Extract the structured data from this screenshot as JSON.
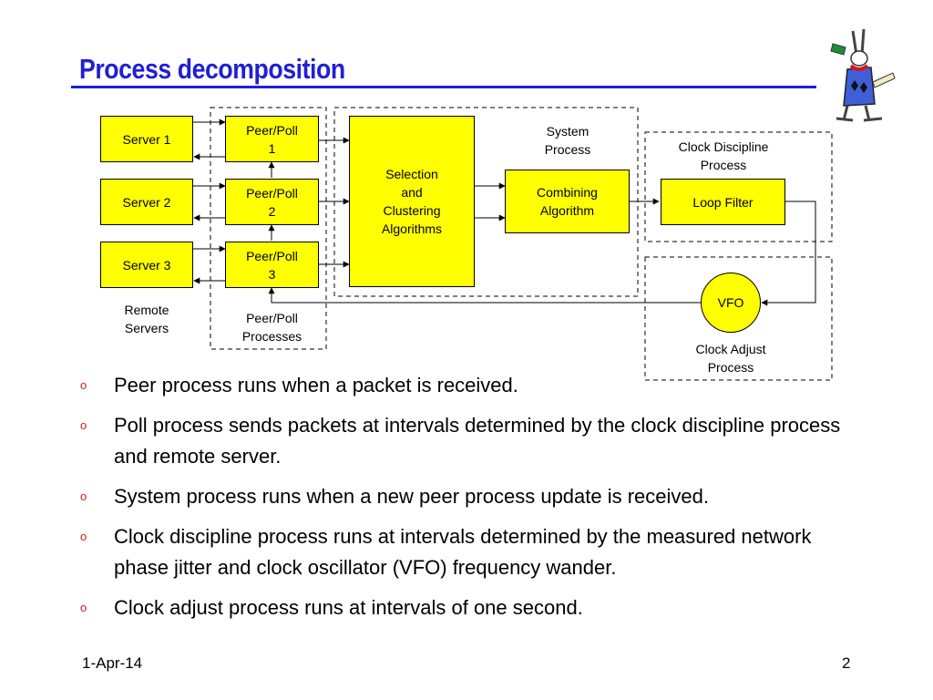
{
  "title": "Process decomposition",
  "diagram": {
    "boxes": {
      "server1": "Server 1",
      "server2": "Server 2",
      "server3": "Server 3",
      "peer1": "Peer/Poll\n1",
      "peer2": "Peer/Poll\n2",
      "peer3": "Peer/Poll\n3",
      "selection": "Selection\nand\nClustering\nAlgorithms",
      "combining": "Combining\nAlgorithm",
      "loop_filter": "Loop Filter",
      "vfo": "VFO"
    },
    "labels": {
      "remote_servers": "Remote\nServers",
      "peer_poll_processes": "Peer/Poll\nProcesses",
      "system_process": "System\nProcess",
      "clock_discipline_process": "Clock Discipline\nProcess",
      "clock_adjust_process": "Clock Adjust\nProcess"
    }
  },
  "bullets": [
    "Peer process runs when a packet is received.",
    "Poll process sends packets at intervals determined by the clock discipline process and remote server.",
    "System process runs when a new peer process update is received.",
    "Clock discipline process runs at intervals determined by the measured network phase jitter and clock oscillator (VFO) frequency wander.",
    "Clock adjust process runs at intervals of one second."
  ],
  "bullet_marker": "o",
  "footer": {
    "date": "1-Apr-14",
    "page": "2"
  },
  "colors": {
    "title": "#1f1fd6",
    "box_fill": "#ffff00",
    "bullet_marker": "#d01818"
  }
}
